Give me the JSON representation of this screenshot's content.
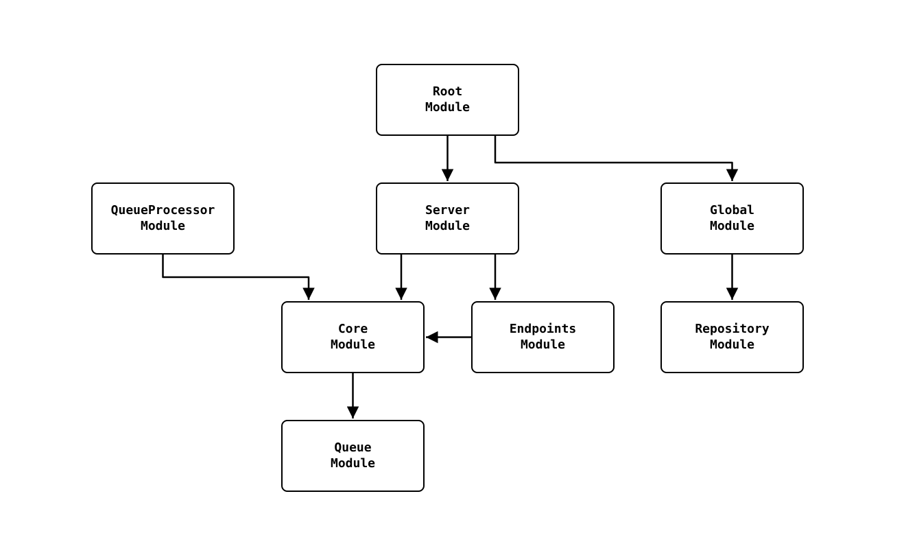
{
  "diagram": {
    "stroke_color": "#000000",
    "background_color": "#ffffff",
    "nodes": [
      {
        "id": "root-module",
        "label": "Root\nModule"
      },
      {
        "id": "server-module",
        "label": "Server\nModule"
      },
      {
        "id": "global-module",
        "label": "Global\nModule"
      },
      {
        "id": "queueprocessor-module",
        "label": "QueueProcessor\nModule"
      },
      {
        "id": "core-module",
        "label": "Core\nModule"
      },
      {
        "id": "endpoints-module",
        "label": "Endpoints\nModule"
      },
      {
        "id": "repository-module",
        "label": "Repository\nModule"
      },
      {
        "id": "queue-module",
        "label": "Queue\nModule"
      }
    ],
    "edges": [
      {
        "from": "root-module",
        "to": "server-module"
      },
      {
        "from": "root-module",
        "to": "global-module"
      },
      {
        "from": "queueprocessor-module",
        "to": "core-module"
      },
      {
        "from": "server-module",
        "to": "core-module"
      },
      {
        "from": "server-module",
        "to": "endpoints-module"
      },
      {
        "from": "endpoints-module",
        "to": "core-module"
      },
      {
        "from": "global-module",
        "to": "repository-module"
      },
      {
        "from": "core-module",
        "to": "queue-module"
      }
    ]
  }
}
